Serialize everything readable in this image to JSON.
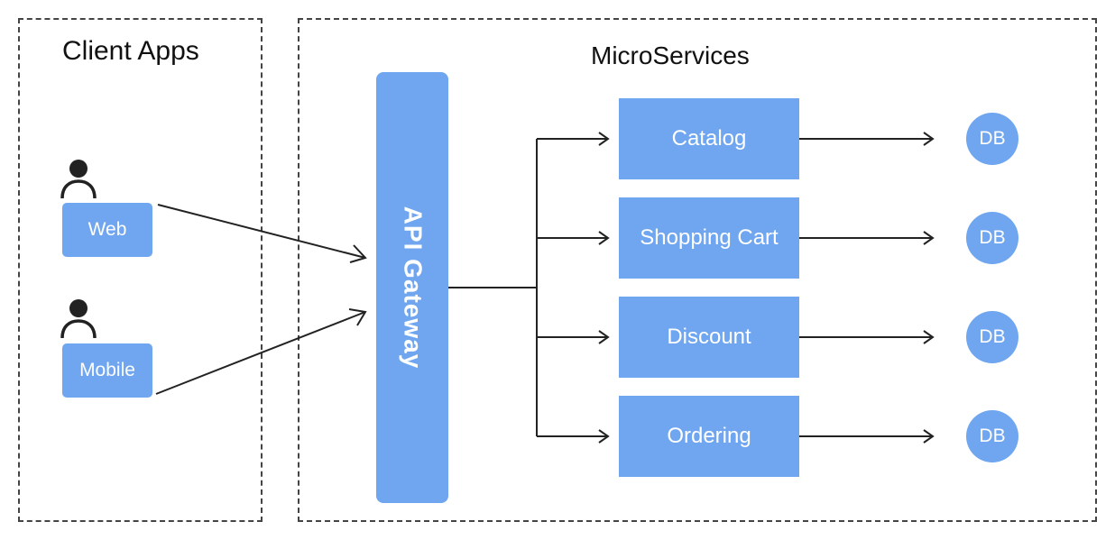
{
  "client_apps": {
    "title": "Client Apps",
    "clients": [
      {
        "label": "Web",
        "icon": "user-icon"
      },
      {
        "label": "Mobile",
        "icon": "user-icon"
      }
    ]
  },
  "microservices": {
    "title": "MicroServices",
    "gateway_label": "API Gateway",
    "services": [
      {
        "label": "Catalog",
        "db": "DB"
      },
      {
        "label": "Shopping Cart",
        "db": "DB"
      },
      {
        "label": "Discount",
        "db": "DB"
      },
      {
        "label": "Ordering",
        "db": "DB"
      }
    ]
  },
  "colors": {
    "box_fill": "#6fa6ef",
    "line": "#222222",
    "border": "#444444"
  }
}
